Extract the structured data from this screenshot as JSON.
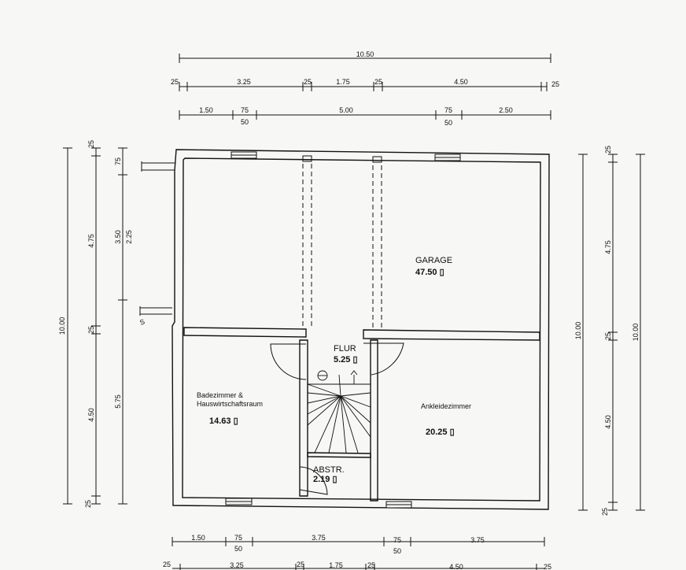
{
  "dimensions": {
    "top_total": "10.50",
    "top_row2": [
      "25",
      "3.25",
      "25",
      "1.75",
      "25",
      "4.50",
      "25"
    ],
    "top_row3": [
      "1.50",
      "75",
      "50",
      "5.00",
      "75",
      "50",
      "2.50"
    ],
    "bottom_row1": [
      "1.50",
      "75",
      "50",
      "3.75",
      "75",
      "50",
      "3.75"
    ],
    "bottom_row2": [
      "25",
      "3.25",
      "25",
      "1.75",
      "25",
      "4.50",
      "25"
    ],
    "left_outer": "10.00",
    "left_mid": [
      "25",
      "4.75",
      "25",
      "4.50",
      "25"
    ],
    "left_inner": [
      "75",
      "3.50",
      "2.25",
      "5.75"
    ],
    "right_inner": "10.00",
    "right_mid": [
      "25",
      "4.75",
      "25",
      "4.50",
      "25"
    ],
    "right_outer": "10.00"
  },
  "rooms": {
    "garage": {
      "name": "GARAGE",
      "area": "47.50 ▯"
    },
    "flur": {
      "name": "FLUR",
      "area": "5.25 ▯"
    },
    "bad": {
      "name_line1": "Badezimmer &",
      "name_line2": "Hauswirtschaftsraum",
      "area": "14.63 ▯"
    },
    "ankleide": {
      "name": "Ankleidezimmer",
      "area": "20.25 ▯"
    },
    "abstr": {
      "name": "ABSTR.",
      "area": "2.19 ▯"
    }
  },
  "marks": {
    "s_mark": "S"
  }
}
